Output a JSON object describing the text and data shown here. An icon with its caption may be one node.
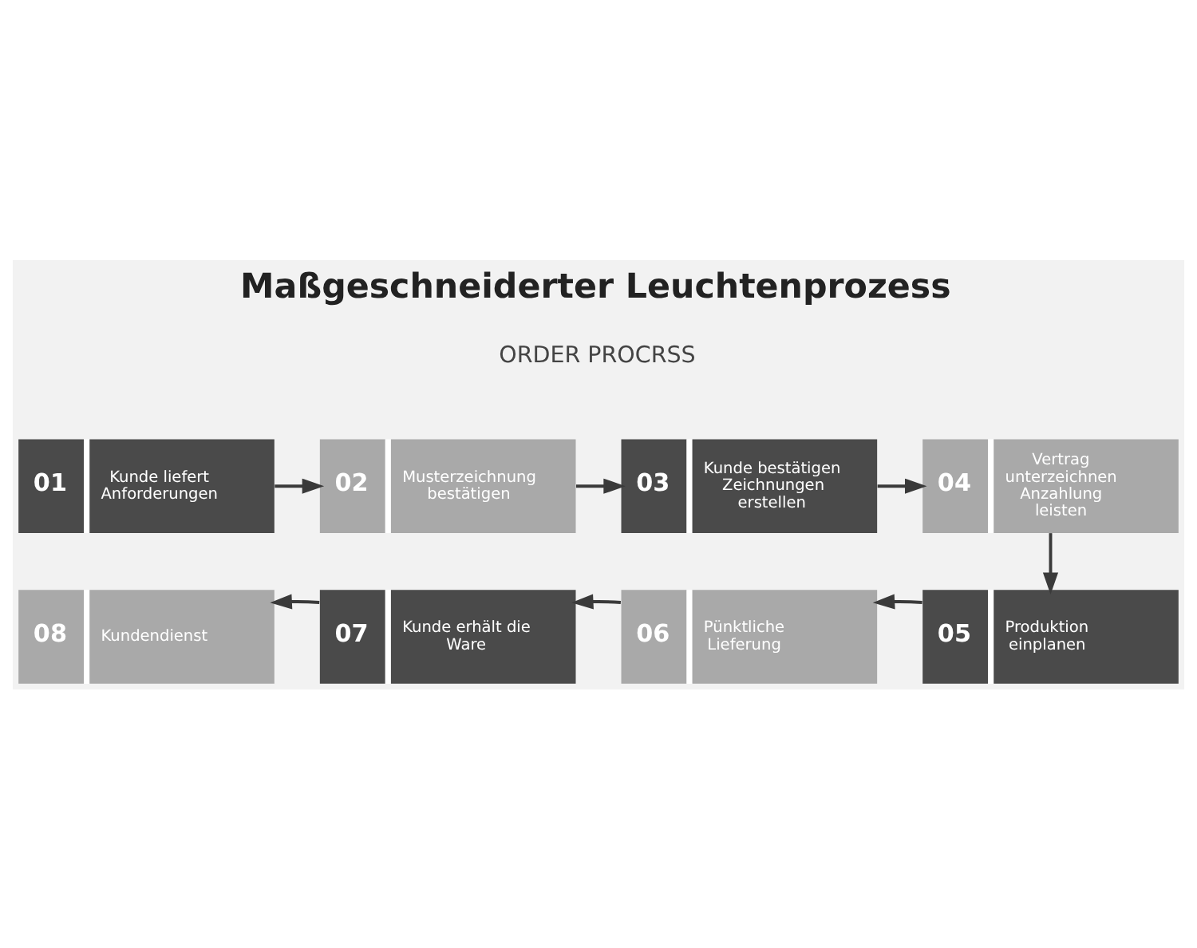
{
  "diagram": {
    "title": "Maßgeschneiderter Leuchtenprozess",
    "nodes": [
      {
        "text": [
          "01",
          "Kunde liefert Anforderungen"
        ]
      },
      {
        "text": [
          "02",
          "Musterzeichnung bestätigen"
        ]
      },
      {
        "text": [
          "03",
          "Kunde bestätigen Zeichnungen erstellen"
        ]
      },
      {
        "text": [
          "04",
          "Vertrag unterzeichnen Anzahlung leisten"
        ]
      },
      {
        "text": [
          "05",
          "Produktion einplanen"
        ]
      },
      {
        "text": [
          "06",
          "Pünktliche Lieferung"
        ]
      },
      {
        "text": [
          "07",
          "Kunde erhält die Ware"
        ]
      },
      {
        "text": [
          "08",
          "Kundendienst"
        ]
      }
    ],
    "edges": [
      {
        "from": 0,
        "to": 1,
        "arrow": "to"
      },
      {
        "from": 1,
        "to": 2,
        "arrow": "to"
      },
      {
        "from": 2,
        "to": 3,
        "arrow": "to"
      },
      {
        "from": 3,
        "to": 4,
        "arrow": "to"
      },
      {
        "from": 4,
        "to": 5,
        "arrow": "to"
      },
      {
        "from": 5,
        "to": 6,
        "arrow": "to"
      },
      {
        "from": 6,
        "to": 7,
        "arrow": "to"
      }
    ],
    "labels": [
      "ORDER PROCRSS"
    ]
  }
}
